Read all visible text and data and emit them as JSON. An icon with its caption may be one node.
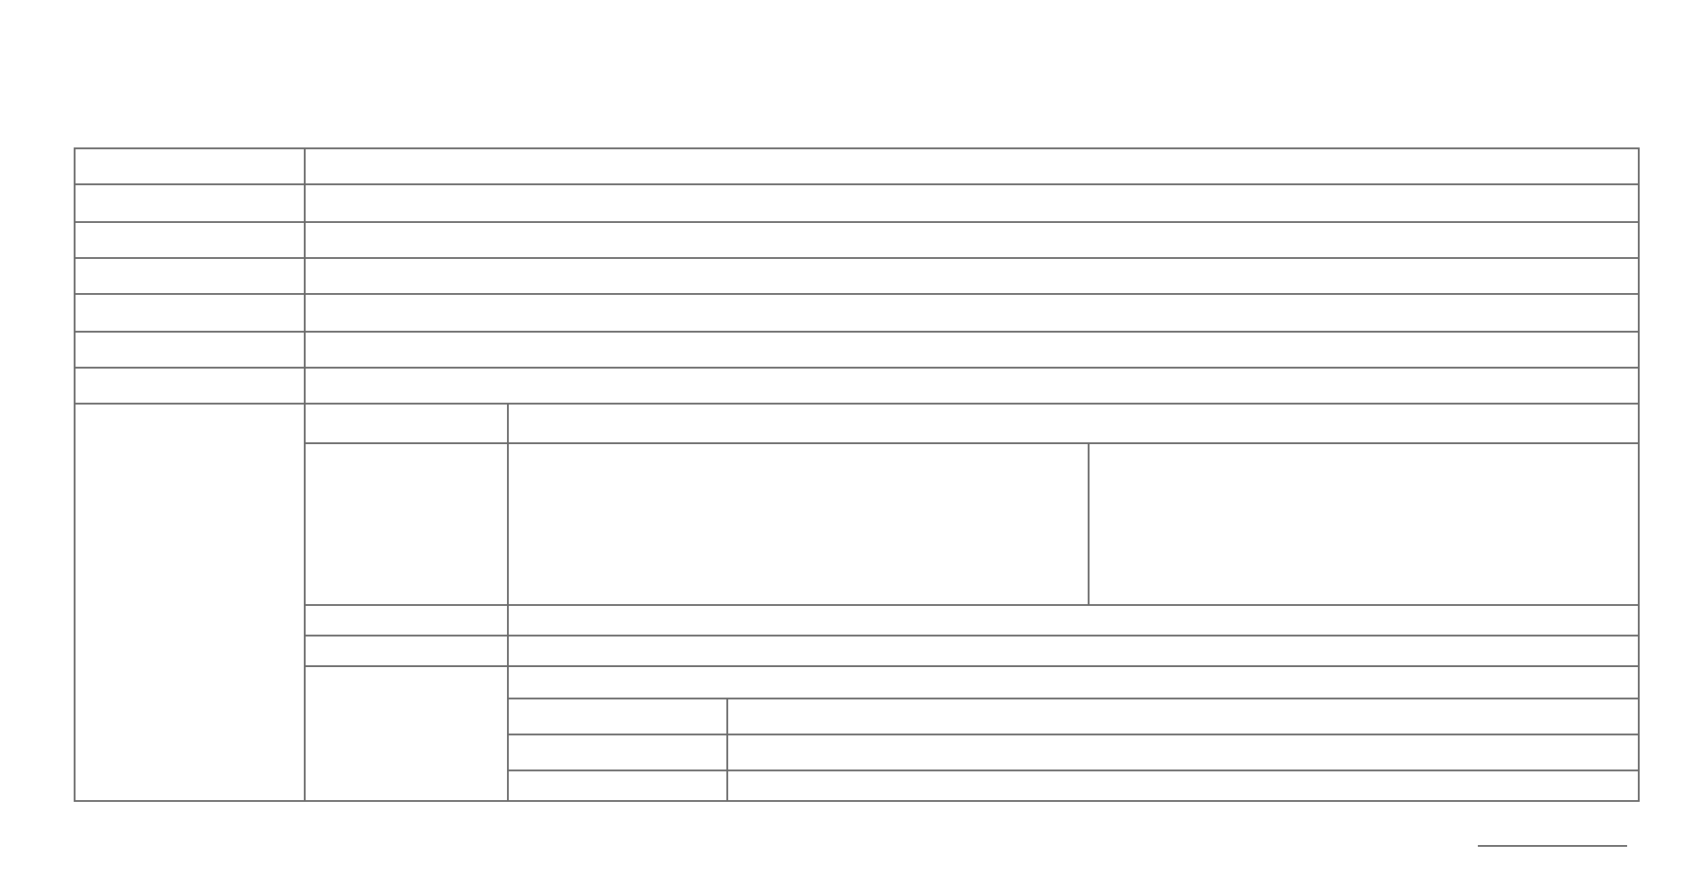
{
  "diagram": {
    "nodes": [
      {
        "text": [],
        "shape": "box"
      },
      {
        "text": [],
        "shape": "box"
      },
      {
        "text": [],
        "shape": "box"
      },
      {
        "text": [],
        "shape": "box"
      },
      {
        "text": [],
        "shape": "box"
      },
      {
        "text": [],
        "shape": "box"
      },
      {
        "text": [],
        "shape": "box"
      },
      {
        "text": [],
        "shape": "box"
      },
      {
        "text": [],
        "shape": "box"
      },
      {
        "text": [],
        "shape": "box"
      },
      {
        "text": [],
        "shape": "box"
      },
      {
        "text": [],
        "shape": "box"
      },
      {
        "text": [],
        "shape": "box"
      },
      {
        "text": [],
        "shape": "box"
      },
      {
        "text": [],
        "shape": "box"
      },
      {
        "text": [],
        "shape": "box"
      },
      {
        "text": [],
        "shape": "box"
      },
      {
        "text": [],
        "shape": "box"
      },
      {
        "text": [],
        "shape": "box"
      },
      {
        "text": [],
        "shape": "box"
      },
      {
        "text": [],
        "shape": "box"
      },
      {
        "text": [],
        "shape": "box"
      },
      {
        "text": [],
        "shape": "box"
      },
      {
        "text": [],
        "shape": "box"
      },
      {
        "text": [],
        "shape": "box"
      },
      {
        "text": [],
        "shape": "box"
      },
      {
        "text": [],
        "shape": "box"
      },
      {
        "text": [],
        "shape": "box"
      },
      {
        "text": [],
        "shape": "box"
      },
      {
        "text": [],
        "shape": "box"
      },
      {
        "text": [],
        "shape": "box"
      },
      {
        "text": [],
        "shape": "box"
      }
    ]
  }
}
